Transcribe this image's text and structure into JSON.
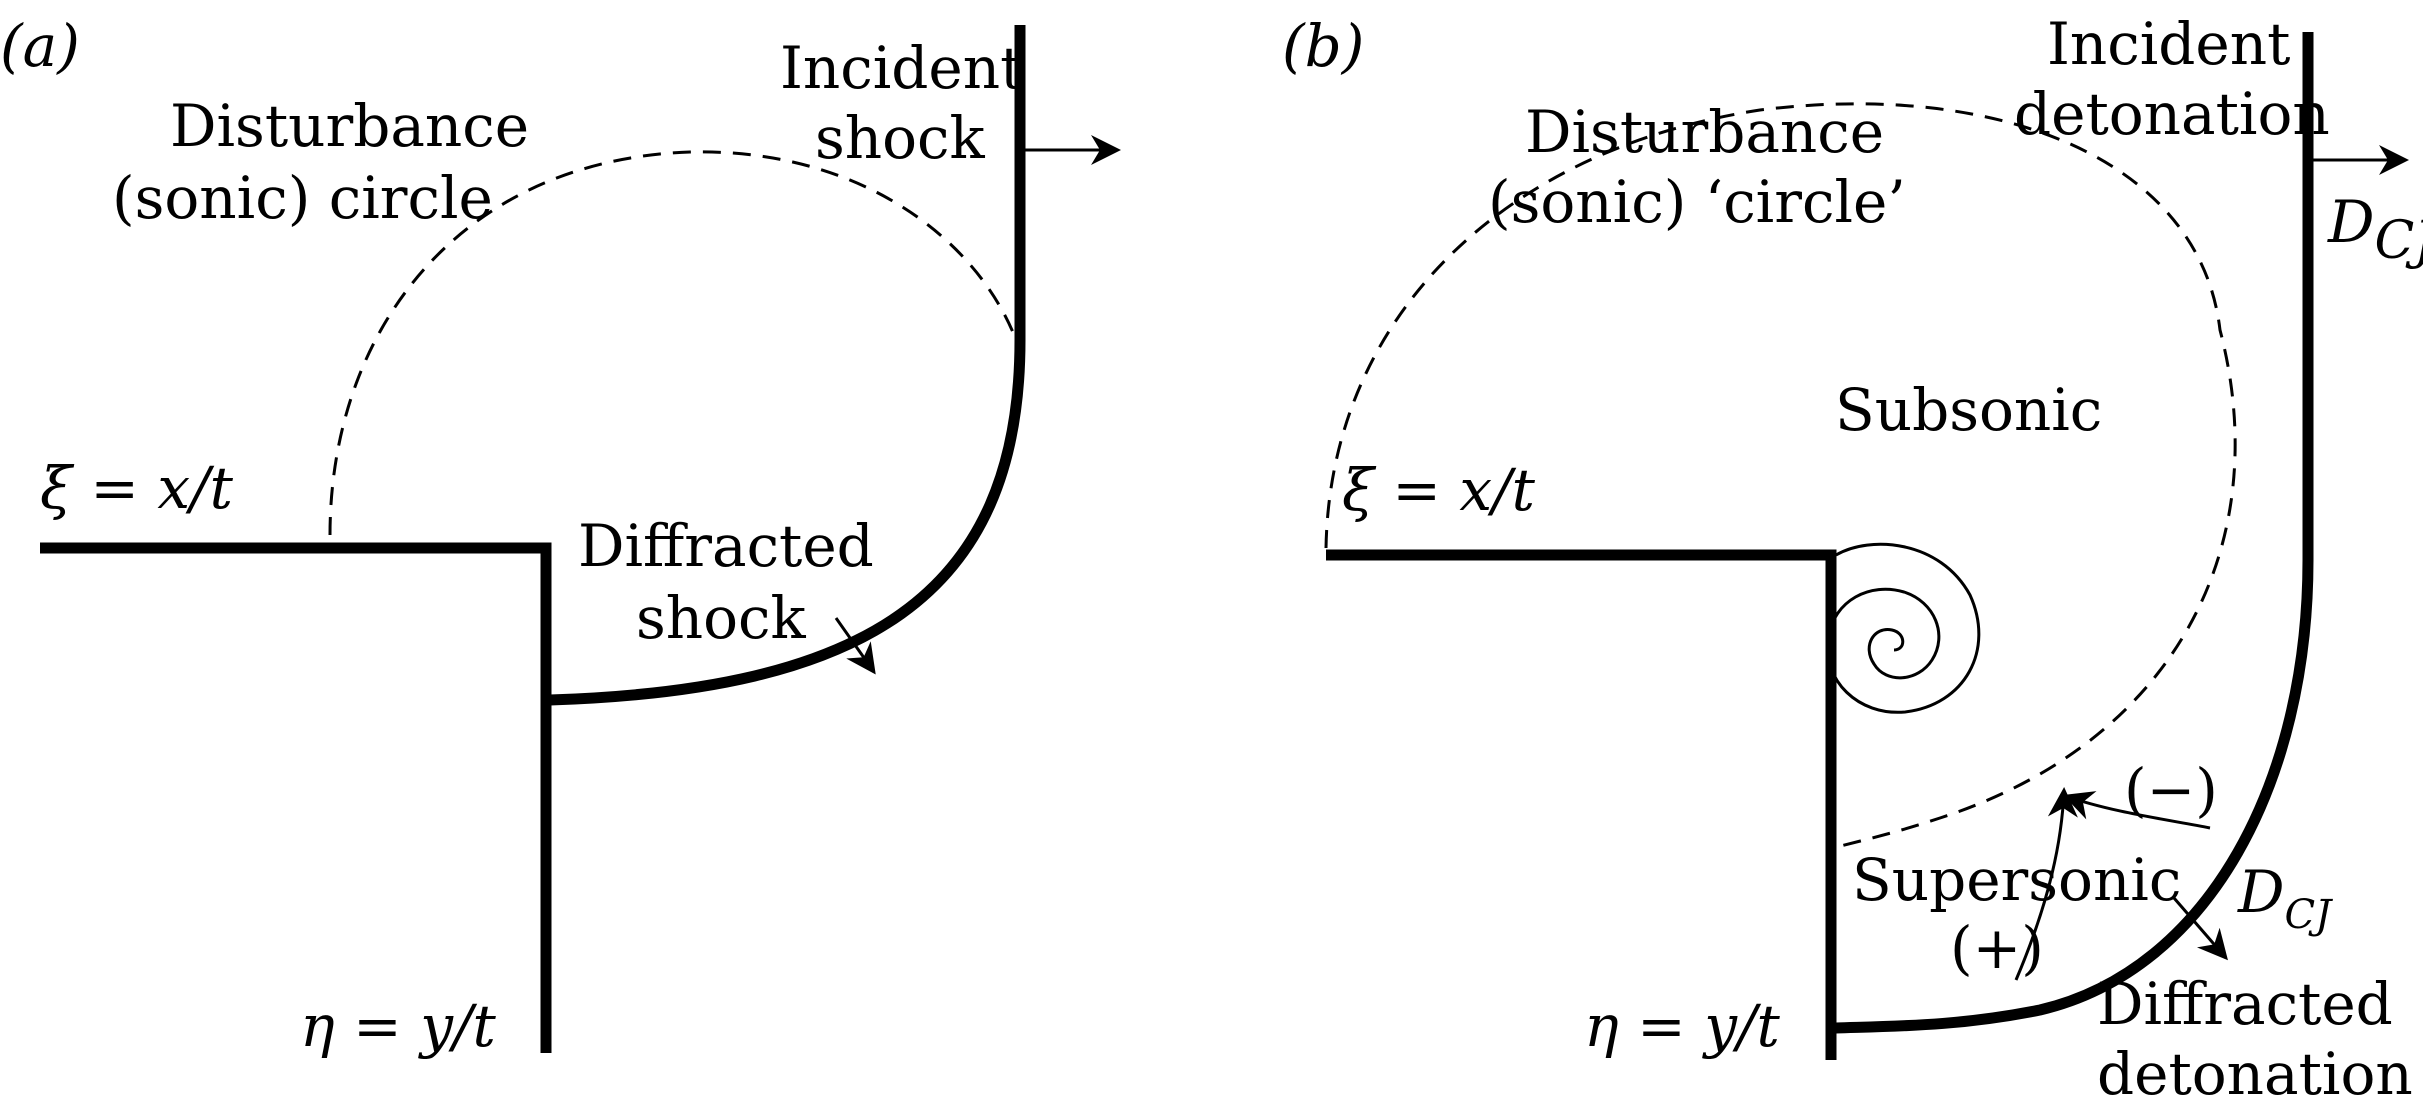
{
  "panel_a": {
    "tag": "(a)",
    "disturbance_line1": "Disturbance",
    "disturbance_line2": "(sonic) circle",
    "incident_line1": "Incident",
    "incident_line2": "shock",
    "diffracted_line1": "Diffracted",
    "diffracted_line2": "shock",
    "xi_label": "ξ = x/t",
    "eta_label": "η = y/t"
  },
  "panel_b": {
    "tag": "(b)",
    "disturbance_line1": "Disturbance",
    "disturbance_line2": "(sonic) ‘circle’",
    "incident_line1": "Incident",
    "incident_line2": "detonation",
    "dcj_top_main": "D",
    "dcj_top_sub": "CJ",
    "subsonic": "Subsonic",
    "supersonic": "Supersonic",
    "plus": "(+)",
    "minus": "(−)",
    "dcj_mid_main": "D",
    "dcj_mid_sub": "CJ",
    "diffracted_line1": "Diffracted",
    "diffracted_line2": "detonation",
    "xi_label": "ξ = x/t",
    "eta_label": "η = y/t"
  }
}
